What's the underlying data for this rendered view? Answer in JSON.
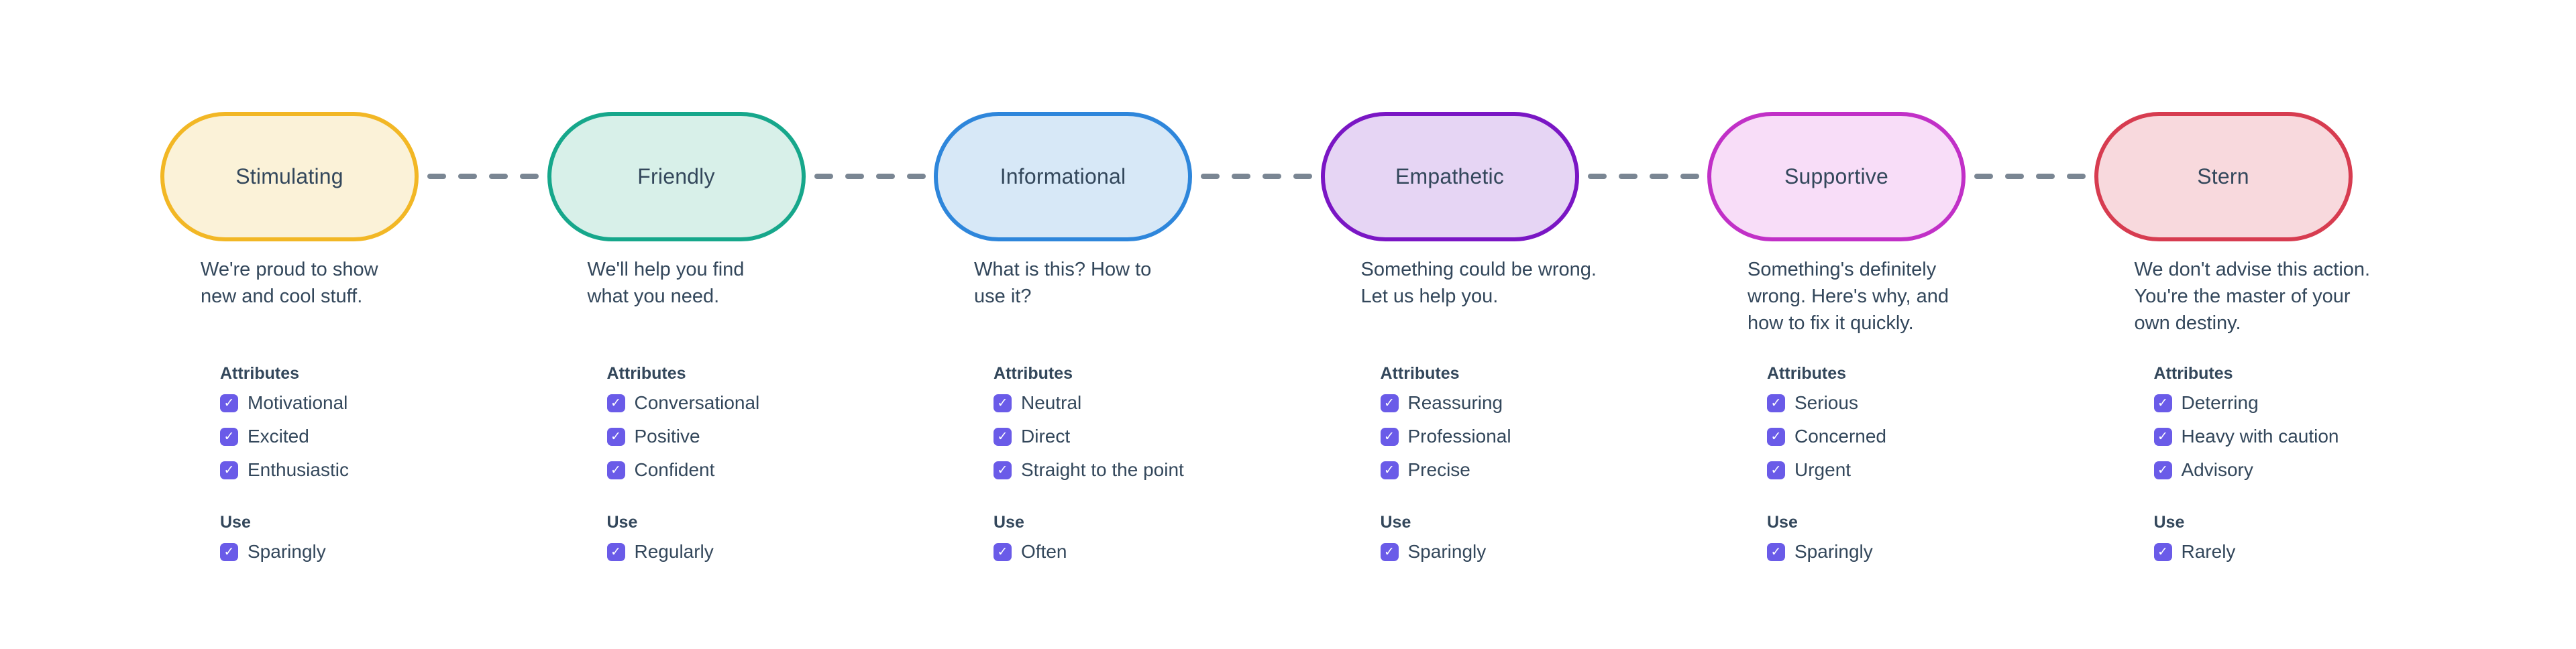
{
  "ui": {
    "text_color": "#33475B",
    "checkbox_color": "#6A5BE8",
    "connector_color": "#7A8693",
    "background_color": "#FFFFFF"
  },
  "icons": {
    "check": "✓"
  },
  "labels": {
    "attributes": "Attributes",
    "use": "Use"
  },
  "tones": [
    {
      "label": "Stimulating",
      "description": "We're proud to show\nnew and cool stuff.",
      "border_color": "#F2B725",
      "fill_color": "#FBF2D8",
      "attributes": [
        "Motivational",
        "Excited",
        "Enthusiastic"
      ],
      "use": "Sparingly"
    },
    {
      "label": "Friendly",
      "description": "We'll help you find\nwhat you need.",
      "border_color": "#16A78B",
      "fill_color": "#D8F0E9",
      "attributes": [
        "Conversational",
        "Positive",
        "Confident"
      ],
      "use": "Regularly"
    },
    {
      "label": "Informational",
      "description": "What is this? How to\nuse it?",
      "border_color": "#2E86DB",
      "fill_color": "#D7E8F7",
      "attributes": [
        "Neutral",
        "Direct",
        "Straight to the point"
      ],
      "use": "Often"
    },
    {
      "label": "Empathetic",
      "description": "Something could be wrong.\nLet us help you.",
      "border_color": "#7A16C4",
      "fill_color": "#E6D5F4",
      "attributes": [
        "Reassuring",
        "Professional",
        "Precise"
      ],
      "use": "Sparingly"
    },
    {
      "label": "Supportive",
      "description": "Something's definitely\nwrong. Here's why, and\nhow to fix it quickly.",
      "border_color": "#C130C7",
      "fill_color": "#F8DDF8",
      "attributes": [
        "Serious",
        "Concerned",
        "Urgent"
      ],
      "use": "Sparingly"
    },
    {
      "label": "Stern",
      "description": "We don't advise this action.\nYou're the master of your\nown destiny.",
      "border_color": "#D73C50",
      "fill_color": "#F8D9DD",
      "attributes": [
        "Deterring",
        "Heavy with caution",
        "Advisory"
      ],
      "use": "Rarely"
    }
  ]
}
